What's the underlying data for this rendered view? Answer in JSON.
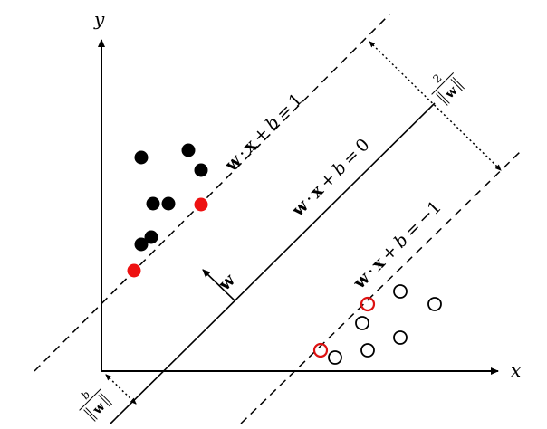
{
  "axes": {
    "x_label": "x",
    "y_label": "y"
  },
  "lines": {
    "upper": {
      "w": "w",
      "dot": "·",
      "x": "x",
      "plus": "+",
      "b": "b",
      "eq": "=",
      "rhs": "1"
    },
    "middle": {
      "w": "w",
      "dot": "·",
      "x": "x",
      "plus": "+",
      "b": "b",
      "eq": "=",
      "rhs": "0"
    },
    "lower": {
      "w": "w",
      "dot": "·",
      "x": "x",
      "plus": "+",
      "b": "b",
      "eq": "=",
      "rhs": "−1"
    }
  },
  "normal_vector": {
    "label": "w"
  },
  "margin": {
    "num": "2",
    "den": "w"
  },
  "offset": {
    "num": "b",
    "den": "w"
  },
  "colors": {
    "positive": "#000000",
    "support": "#ee1111",
    "negative_stroke": "#000000",
    "support_stroke": "#dd1111"
  },
  "points": {
    "positive": [
      {
        "id": "p1"
      },
      {
        "id": "p2"
      },
      {
        "id": "p3"
      },
      {
        "id": "p4"
      },
      {
        "id": "p5"
      },
      {
        "id": "p6"
      },
      {
        "id": "p7"
      }
    ],
    "positive_support": [
      {
        "id": "ps1"
      },
      {
        "id": "ps2"
      }
    ],
    "negative": [
      {
        "id": "n1"
      },
      {
        "id": "n2"
      },
      {
        "id": "n3"
      },
      {
        "id": "n4"
      },
      {
        "id": "n5"
      },
      {
        "id": "n6"
      },
      {
        "id": "n7"
      }
    ],
    "negative_support": [
      {
        "id": "ns1"
      },
      {
        "id": "ns2"
      }
    ]
  }
}
